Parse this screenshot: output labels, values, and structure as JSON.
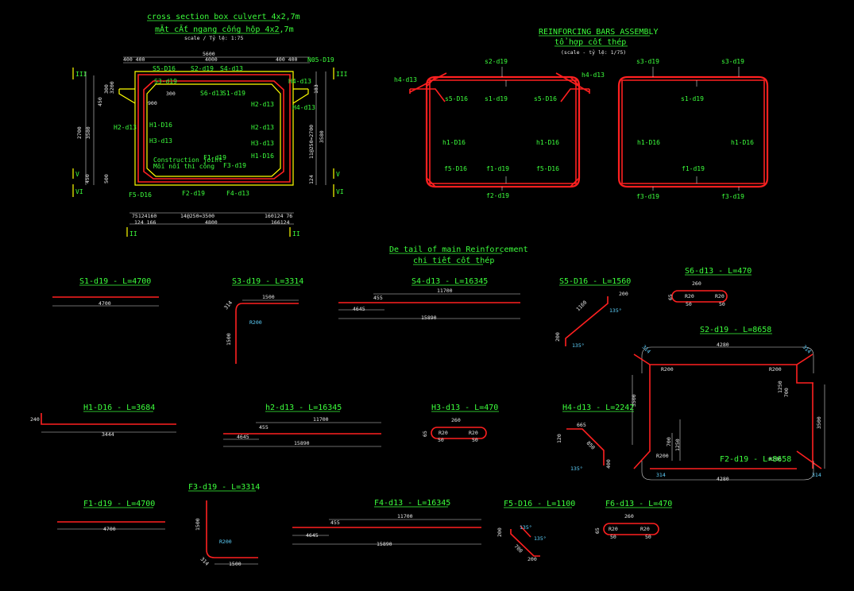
{
  "section": {
    "title_en": "cross section box culvert 4x2,7m",
    "title_vn": "mẶt cẮt ngang cống hộp 4x2,7m",
    "scale": "scale / Tỷ lệ: 1:75",
    "dims": {
      "top_total": "5600",
      "top_inner": "4000",
      "top_left": "400 400",
      "top_right": "400 400",
      "left_h1": "2700",
      "left_h2": "3580",
      "left_300": "300",
      "left_3200": "3200",
      "left_450": "450",
      "left_500": "500",
      "right_3580": "3580",
      "right_1182": "1182",
      "right_2700": "11@250=2700",
      "right_124": "124",
      "right_183": "183",
      "right_75": "75",
      "bottom_inner": "14@250=3500",
      "bottom_total": "4800",
      "bottom_left": "75124160",
      "bottom_left2": "124 166",
      "bottom_right": "160124 76",
      "bottom_right2": "166124"
    },
    "labels": {
      "s5": "S5-D16",
      "s2": "S2-d19",
      "s4": "S4-d13",
      "n05": "N05-D19",
      "s3": "S3-d19",
      "s6": "S6-d13",
      "s1": "S1-d19",
      "h4a": "H4-d13",
      "h2a": "H2-d13",
      "h4b": "H4-d13",
      "h1a": "H1-D16",
      "h2b": "H2-d13",
      "h2c": "H2-d13",
      "h3a": "H3-d13",
      "h3b": "H3-d13",
      "h1b": "H1-D16",
      "joint_en": "Construction joint",
      "joint_vn": "Mối nối thi công",
      "f1": "F1-d19",
      "f3": "F3-d19",
      "f5": "F5-D16",
      "f2": "F2-d19",
      "f4": "F4-d13",
      "v300": "300",
      "v900": "900",
      "v250": "250"
    },
    "cuts": {
      "iii": "III",
      "v": "V",
      "vi": "VI",
      "ii": "II"
    }
  },
  "assembly": {
    "title_en": "REINFORCING BARS ASSEMBLY",
    "title_vn": "tổ hợp cốt thép",
    "scale": "(scale - tỷ lệ: 1/75)",
    "left": {
      "s2": "s2-d19",
      "h4a": "h4-d13",
      "h4b": "h4-d13",
      "s5": "s5-D16",
      "s1": "s1-d19",
      "s5b": "s5-D16",
      "h1a": "h1-D16",
      "h1b": "h1-D16",
      "f5a": "f5-D16",
      "f1": "f1-d19",
      "f5b": "f5-D16",
      "f2": "f2-d19"
    },
    "right": {
      "s3": "s3-d19",
      "s3b": "s3-d19",
      "s1": "s1-d19",
      "h1a": "h1-D16",
      "h1b": "h1-D16",
      "f1": "f1-d19",
      "f3a": "f3-d19",
      "f3b": "f3-d19"
    }
  },
  "detail": {
    "title_en": "De tail of main Reinforcement",
    "title_vn": "chi tiết cốt thép"
  },
  "bars": {
    "s1": {
      "title": "S1-d19 - L=4700",
      "len": "4700"
    },
    "s3": {
      "title": "S3-d19 - L=3314",
      "a": "1500",
      "b": "1500",
      "r": "R200",
      "c": "314"
    },
    "s4": {
      "title": "S4-d13 - L=16345",
      "a": "11700",
      "b": "455",
      "c": "4645",
      "d": "15890"
    },
    "s5": {
      "title": "S5-D16 - L=1560",
      "a": "200",
      "b": "1160",
      "c": "200",
      "ang1": "135°",
      "ang2": "135°"
    },
    "s6": {
      "title": "S6-d13 - L=470",
      "a": "260",
      "b": "65",
      "r1": "R20",
      "r2": "R20",
      "c": "50",
      "d": "50"
    },
    "s2": {
      "title": "S2-d19 - L=8658",
      "top": "4280",
      "c1": "314",
      "c2": "314",
      "r1": "R200",
      "r2": "R200",
      "v1": "1250",
      "v2": "700",
      "v3": "3500",
      "v4": "3500"
    },
    "h1": {
      "title": "H1-D16 - L=3684",
      "a": "3444",
      "b": "240"
    },
    "h2": {
      "title": "h2-d13 - L=16345",
      "a": "11700",
      "b": "455",
      "c": "4645",
      "d": "15890"
    },
    "h3": {
      "title": "H3-d13 - L=470",
      "a": "260",
      "b": "65",
      "r1": "R20",
      "r2": "R20",
      "c": "50",
      "d": "50"
    },
    "h4": {
      "title": "H4-d13 - L=2242",
      "a": "665",
      "b": "120",
      "c": "850",
      "d": "400",
      "ang": "135°"
    },
    "f2": {
      "title": "F2-d19 - L=8658",
      "bottom": "4280",
      "c1": "314",
      "c2": "314",
      "r1": "R200",
      "r2": "R200",
      "v1": "1250",
      "v2": "700"
    },
    "f1": {
      "title": "F1-d19 - L=4700",
      "len": "4700"
    },
    "f3": {
      "title": "F3-d19 - L=3314",
      "a": "1500",
      "b": "1500",
      "r": "R200",
      "c": "314"
    },
    "f4": {
      "title": "F4-d13 - L=16345",
      "a": "11700",
      "b": "455",
      "c": "4645",
      "d": "15890"
    },
    "f5": {
      "title": "F5-D16 - L=1100",
      "a": "200",
      "b": "700",
      "c": "200",
      "ang1": "135°",
      "ang2": "135°"
    },
    "f6": {
      "title": "F6-d13 - L=470",
      "a": "260",
      "b": "65",
      "r1": "R20",
      "r2": "R20",
      "c": "50",
      "d": "50"
    }
  },
  "colors": {
    "background": "#000000",
    "text": "#3cff3c",
    "bars": "#ff2020",
    "concrete": "#ffff00",
    "dims": "#d8d8d8",
    "angles": "#5fd3ff"
  }
}
